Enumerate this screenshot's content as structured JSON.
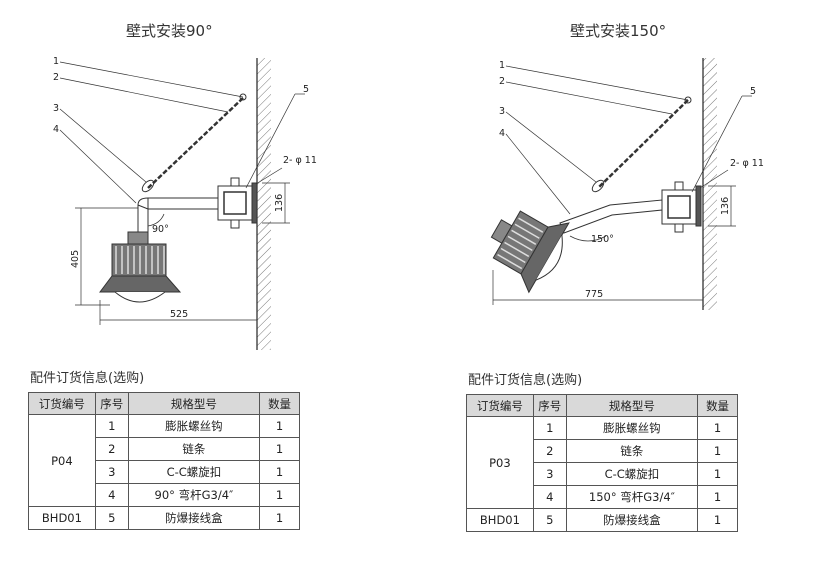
{
  "left": {
    "title": "壁式安装90°",
    "callouts": [
      "1",
      "2",
      "3",
      "4",
      "5"
    ],
    "hole_label": "2- φ 11",
    "dim_height": "405",
    "dim_width": "525",
    "dim_box": "136",
    "angle": "90°",
    "table_title": "配件订货信息(选购)",
    "headers": [
      "订货编号",
      "序号",
      "规格型号",
      "数量"
    ],
    "group1_code": "P04",
    "group2_code": "BHD01",
    "rows": [
      {
        "no": "1",
        "spec": "膨胀螺丝钩",
        "qty": "1"
      },
      {
        "no": "2",
        "spec": "链条",
        "qty": "1"
      },
      {
        "no": "3",
        "spec": "C-C螺旋扣",
        "qty": "1"
      },
      {
        "no": "4",
        "spec": "90° 弯杆G3/4″",
        "qty": "1"
      },
      {
        "no": "5",
        "spec": "防爆接线盒",
        "qty": "1"
      }
    ]
  },
  "right": {
    "title": "壁式安装150°",
    "callouts": [
      "1",
      "2",
      "3",
      "4",
      "5"
    ],
    "hole_label": "2- φ 11",
    "dim_width": "775",
    "dim_box": "136",
    "angle": "150°",
    "table_title": "配件订货信息(选购)",
    "headers": [
      "订货编号",
      "序号",
      "规格型号",
      "数量"
    ],
    "group1_code": "P03",
    "group2_code": "BHD01",
    "rows": [
      {
        "no": "1",
        "spec": "膨胀螺丝钩",
        "qty": "1"
      },
      {
        "no": "2",
        "spec": "链条",
        "qty": "1"
      },
      {
        "no": "3",
        "spec": "C-C螺旋扣",
        "qty": "1"
      },
      {
        "no": "4",
        "spec": "150° 弯杆G3/4″",
        "qty": "1"
      },
      {
        "no": "5",
        "spec": "防爆接线盒",
        "qty": "1"
      }
    ]
  }
}
